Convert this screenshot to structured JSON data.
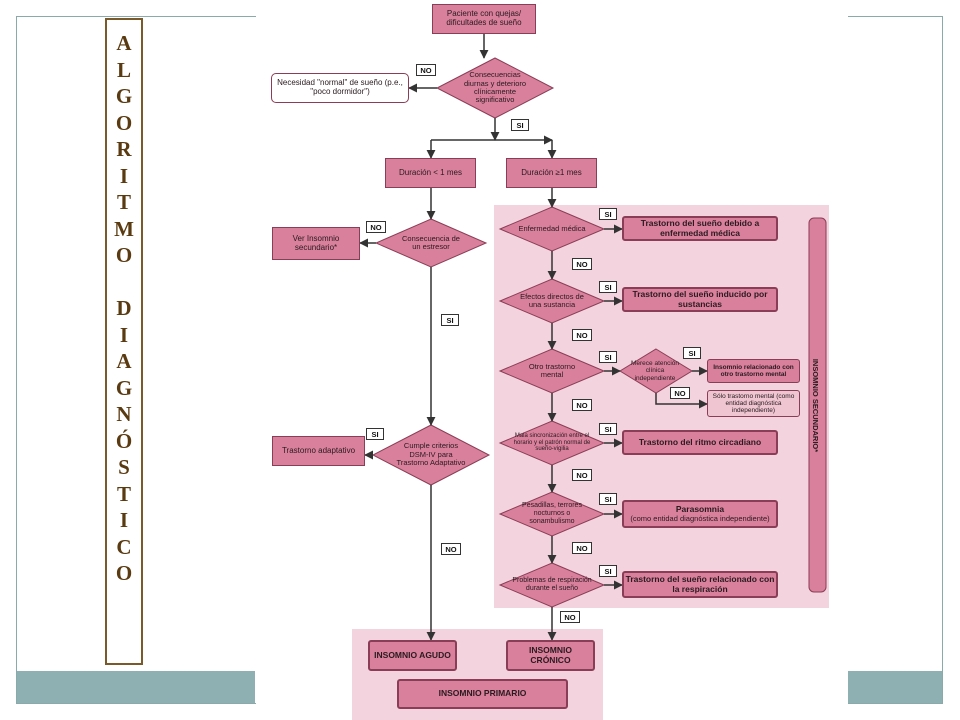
{
  "slide_title_letters": [
    "A",
    "L",
    "G",
    "O",
    "R",
    "I",
    "T",
    "M",
    "O",
    "",
    "D",
    "I",
    "A",
    "G",
    "N",
    "Ó",
    "S",
    "T",
    "I",
    "C",
    "O"
  ],
  "nodes": {
    "start": "Paciente con quejas/ dificultades de sueño",
    "d_consequences": "Consecuencias diurnas y deterioro clínicamente significativo",
    "normal_need": "Necesidad \"normal\" de sueño (p.e., \"poco dormidor\")",
    "dur_short": "Duración < 1 mes",
    "dur_long": "Duración ≥1 mes",
    "d_stressor": "Consecuencia de un estresor",
    "see_secondary": "Ver Insomnio secundario*",
    "d_dsm": "Cumple criterios DSM-IV para Trastorno Adaptativo",
    "adjustment": "Trastorno adaptativo",
    "d_medical": "Enfermedad médica",
    "r_medical": "Trastorno del sueño debido a enfermedad médica",
    "d_substance": "Efectos directos de una sustancia",
    "r_substance": "Trastorno del sueño inducido por sustancias",
    "d_mental": "Otro trastorno mental",
    "d_attention": "Merece atención clínica independiente",
    "r_mental_related": "Insomnio relacionado con otro trastorno mental",
    "r_mental_only": "Sólo trastorno mental (como entidad diagnóstica independiente)",
    "d_circadian": "Mala sincronización entre el horario y el patrón normal de sueño-vigilia",
    "r_circadian": "Trastorno del ritmo circadiano",
    "d_nightmares": "Pesadillas, terrores nocturnos o sonambulismo",
    "r_parasomnia_title": "Parasomnia",
    "r_parasomnia_sub": "(como entidad diagnóstica independiente)",
    "d_breathing": "Problemas de respiración durante el sueño",
    "r_breathing": "Trastorno del sueño relacionado con la respiración",
    "acute": "INSOMNIO AGUDO",
    "chronic": "INSOMNIO CRÓNICO",
    "primary": "INSOMNIO PRIMARIO",
    "secondary_side": "INSOMNIO SECUNDARIO*"
  },
  "labels": {
    "yes": "SI",
    "no": "NO"
  },
  "colors": {
    "node": "#d9809c",
    "region": "#f3d3dd",
    "border": "#8a3d57",
    "line": "#333333",
    "footer": "#8fb0b2"
  }
}
